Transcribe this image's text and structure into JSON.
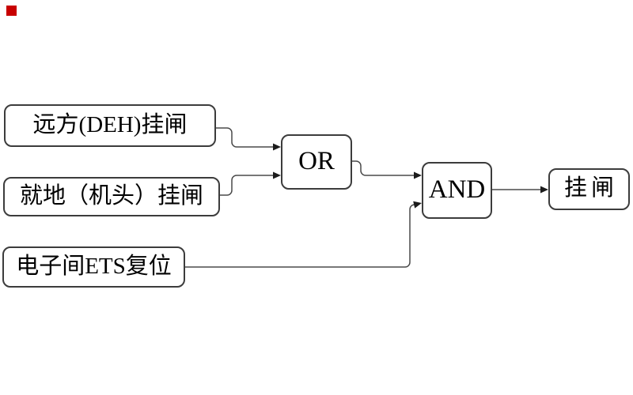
{
  "marker": {
    "color": "#c80000"
  },
  "diagram": {
    "nodes": {
      "remote": {
        "label": "远方(DEH)挂闸"
      },
      "local": {
        "label": "就地（机头）挂闸"
      },
      "ets": {
        "label": "电子间ETS复位"
      },
      "or_gate": {
        "label": "OR"
      },
      "and_gate": {
        "label": "AND"
      },
      "output": {
        "label": "挂闸"
      }
    },
    "edges": [
      {
        "from": "remote",
        "to": "or_gate"
      },
      {
        "from": "local",
        "to": "or_gate"
      },
      {
        "from": "or_gate",
        "to": "and_gate"
      },
      {
        "from": "ets",
        "to": "and_gate"
      },
      {
        "from": "and_gate",
        "to": "output"
      }
    ],
    "colors": {
      "background": "#ffffff",
      "node_border": "#3c3c3c",
      "connector": "#4a4a4a",
      "arrow": "#1c1c1c",
      "text": "#000000"
    }
  }
}
